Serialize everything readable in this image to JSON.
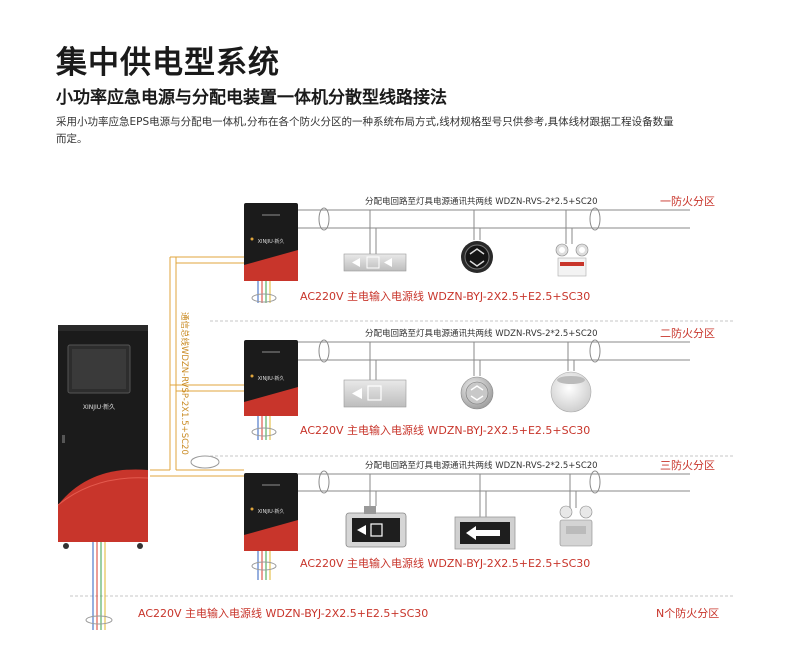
{
  "header": {
    "title": "集中供电型系统",
    "subtitle": "小功率应急电源与分配电装置一体机分散型线路接法",
    "description": "采用小功率应急EPS电源与分配电一体机,分布在各个防火分区的一种系统布局方式,线材规格型号只供参考,具体线材跟据工程设备数量而定。"
  },
  "zones": [
    {
      "name": "一防火分区",
      "wire_label": "分配电回路至灯具电源通讯共两线 WDZN-RVS-2*2.5+SC20",
      "main_label": "AC220V 主电输入电源线 WDZN-BYJ-2X2.5+E2.5+SC30"
    },
    {
      "name": "二防火分区",
      "wire_label": "分配电回路至灯具电源通讯共两线 WDZN-RVS-2*2.5+SC20",
      "main_label": "AC220V 主电输入电源线 WDZN-BYJ-2X2.5+E2.5+SC30"
    },
    {
      "name": "三防火分区",
      "wire_label": "分配电回路至灯具电源通讯共两线 WDZN-RVS-2*2.5+SC20",
      "main_label": "AC220V 主电输入电源线 WDZN-BYJ-2X2.5+E2.5+SC30"
    }
  ],
  "bottom": {
    "zone_name": "N个防火分区",
    "main_label": "AC220V 主电输入电源线 WDZN-BYJ-2X2.5+E2.5+SC30"
  },
  "bus_label": "通信总线WDZN-RVSP-2X1.5+SC20",
  "brand": "XINJIU·新久",
  "colors": {
    "accent_red": "#c8352b",
    "bus_orange": "#e0a53c",
    "cabinet": "#1b1b1b",
    "wire": "#8a8a8a"
  }
}
